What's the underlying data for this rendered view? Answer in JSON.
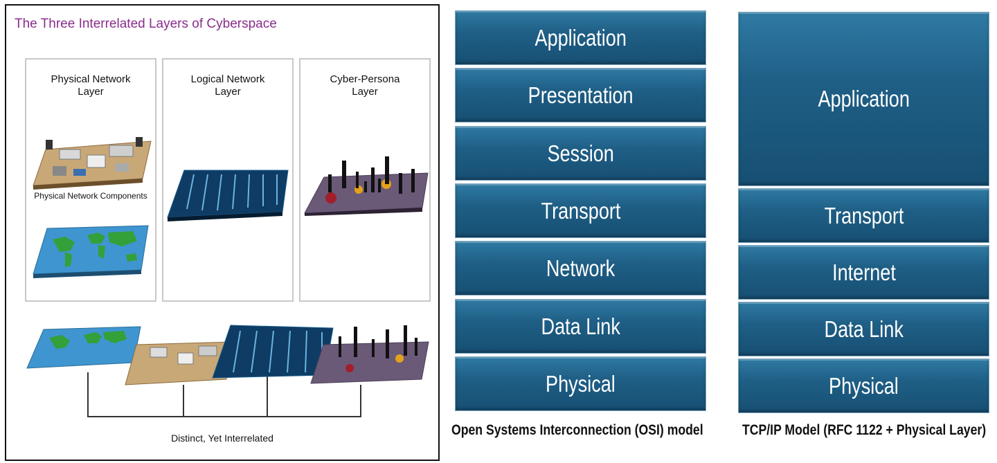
{
  "cyberspace": {
    "title": "The Three Interrelated Layers of Cyberspace",
    "layers": [
      {
        "title": "Physical Network\nLayer",
        "sublabel": "Physical Network Components"
      },
      {
        "title": "Logical Network\nLayer"
      },
      {
        "title": "Cyber-Persona\nLayer"
      }
    ],
    "caption": "Distinct, Yet Interrelated"
  },
  "osi": {
    "layers": [
      "Application",
      "Presentation",
      "Session",
      "Transport",
      "Network",
      "Data Link",
      "Physical"
    ],
    "caption": "Open Systems Interconnection (OSI) model"
  },
  "tcpip": {
    "layers": [
      "Application",
      "Transport",
      "Internet",
      "Data Link",
      "Physical"
    ],
    "caption": "TCP/IP Model (RFC 1122 + Physical Layer)"
  },
  "colors": {
    "title_purple": "#8a2d8c",
    "block_blue": "#1f5f86",
    "block_text": "#ffffff"
  }
}
